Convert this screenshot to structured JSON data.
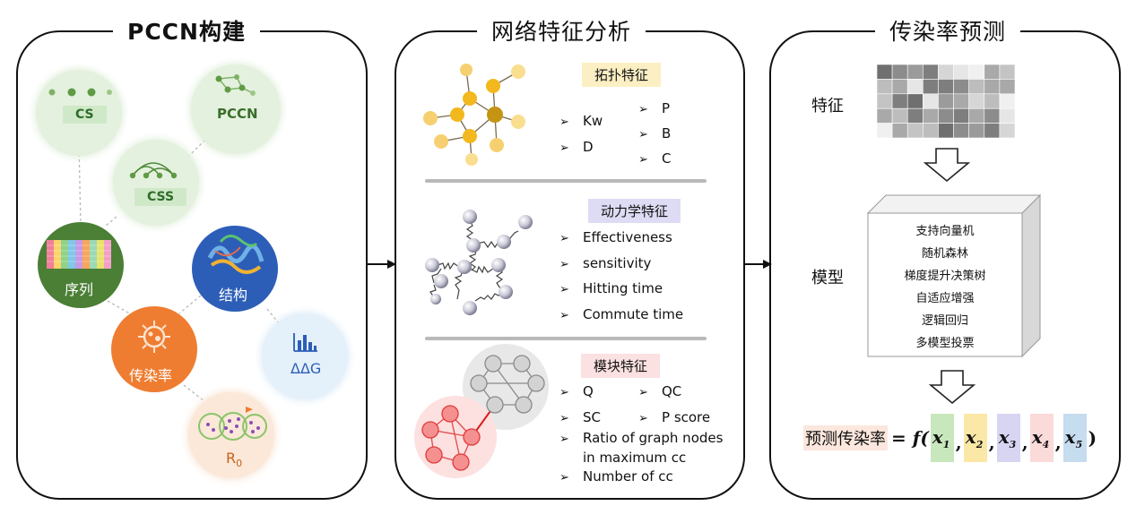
{
  "panels": {
    "left_title": "PCCN构建",
    "middle_title": "网络特征分析",
    "right_title": "传染率预测"
  },
  "left": {
    "cs": "CS",
    "pccn": "PCCN",
    "css": "CSS",
    "sequence": "序列",
    "structure": "结构",
    "infection": "传染率",
    "ddg": "ΔΔG",
    "r0_main": "R",
    "r0_sub": "0"
  },
  "middle": {
    "topo_title": "拓扑特征",
    "topo_col1": [
      "Kw",
      "D"
    ],
    "topo_col2": [
      "P",
      "B",
      "C"
    ],
    "dyn_title": "动力学特征",
    "dyn_items": [
      "Effectiveness",
      "sensitivity",
      "Hitting time",
      "Commute time"
    ],
    "mod_title": "模块特征",
    "mod_col1": [
      "Q",
      "SC"
    ],
    "mod_col2": [
      "QC",
      "P score"
    ],
    "mod_ratio_line1": "Ratio of graph nodes",
    "mod_ratio_line2": "in maximum cc",
    "mod_number": "Number of cc",
    "bullet": "➢"
  },
  "right": {
    "feature_label": "特征",
    "model_label": "模型",
    "models": [
      "支持向量机",
      "随机森林",
      "梯度提升决策树",
      "自适应增强",
      "逻辑回归",
      "多模型投票"
    ],
    "predict_label": "预测传染率",
    "formula_eq": "= f(",
    "formula_vars": [
      "x",
      "x",
      "x",
      "x",
      "x"
    ],
    "formula_subs": [
      "1",
      "2",
      "3",
      "4",
      "5"
    ],
    "formula_close": ")",
    "var_colors": [
      "#c9e7bd",
      "#fbe7a6",
      "#d8d5f2",
      "#fbdada",
      "#c6dcef"
    ]
  },
  "colors": {
    "sequence": "#4a7f35",
    "structure": "#2c5eb8",
    "infection": "#ee7d31",
    "topo_chip": "#fcefc3",
    "dyn_chip": "#dedcf4",
    "mod_chip": "#fbe1e1"
  }
}
